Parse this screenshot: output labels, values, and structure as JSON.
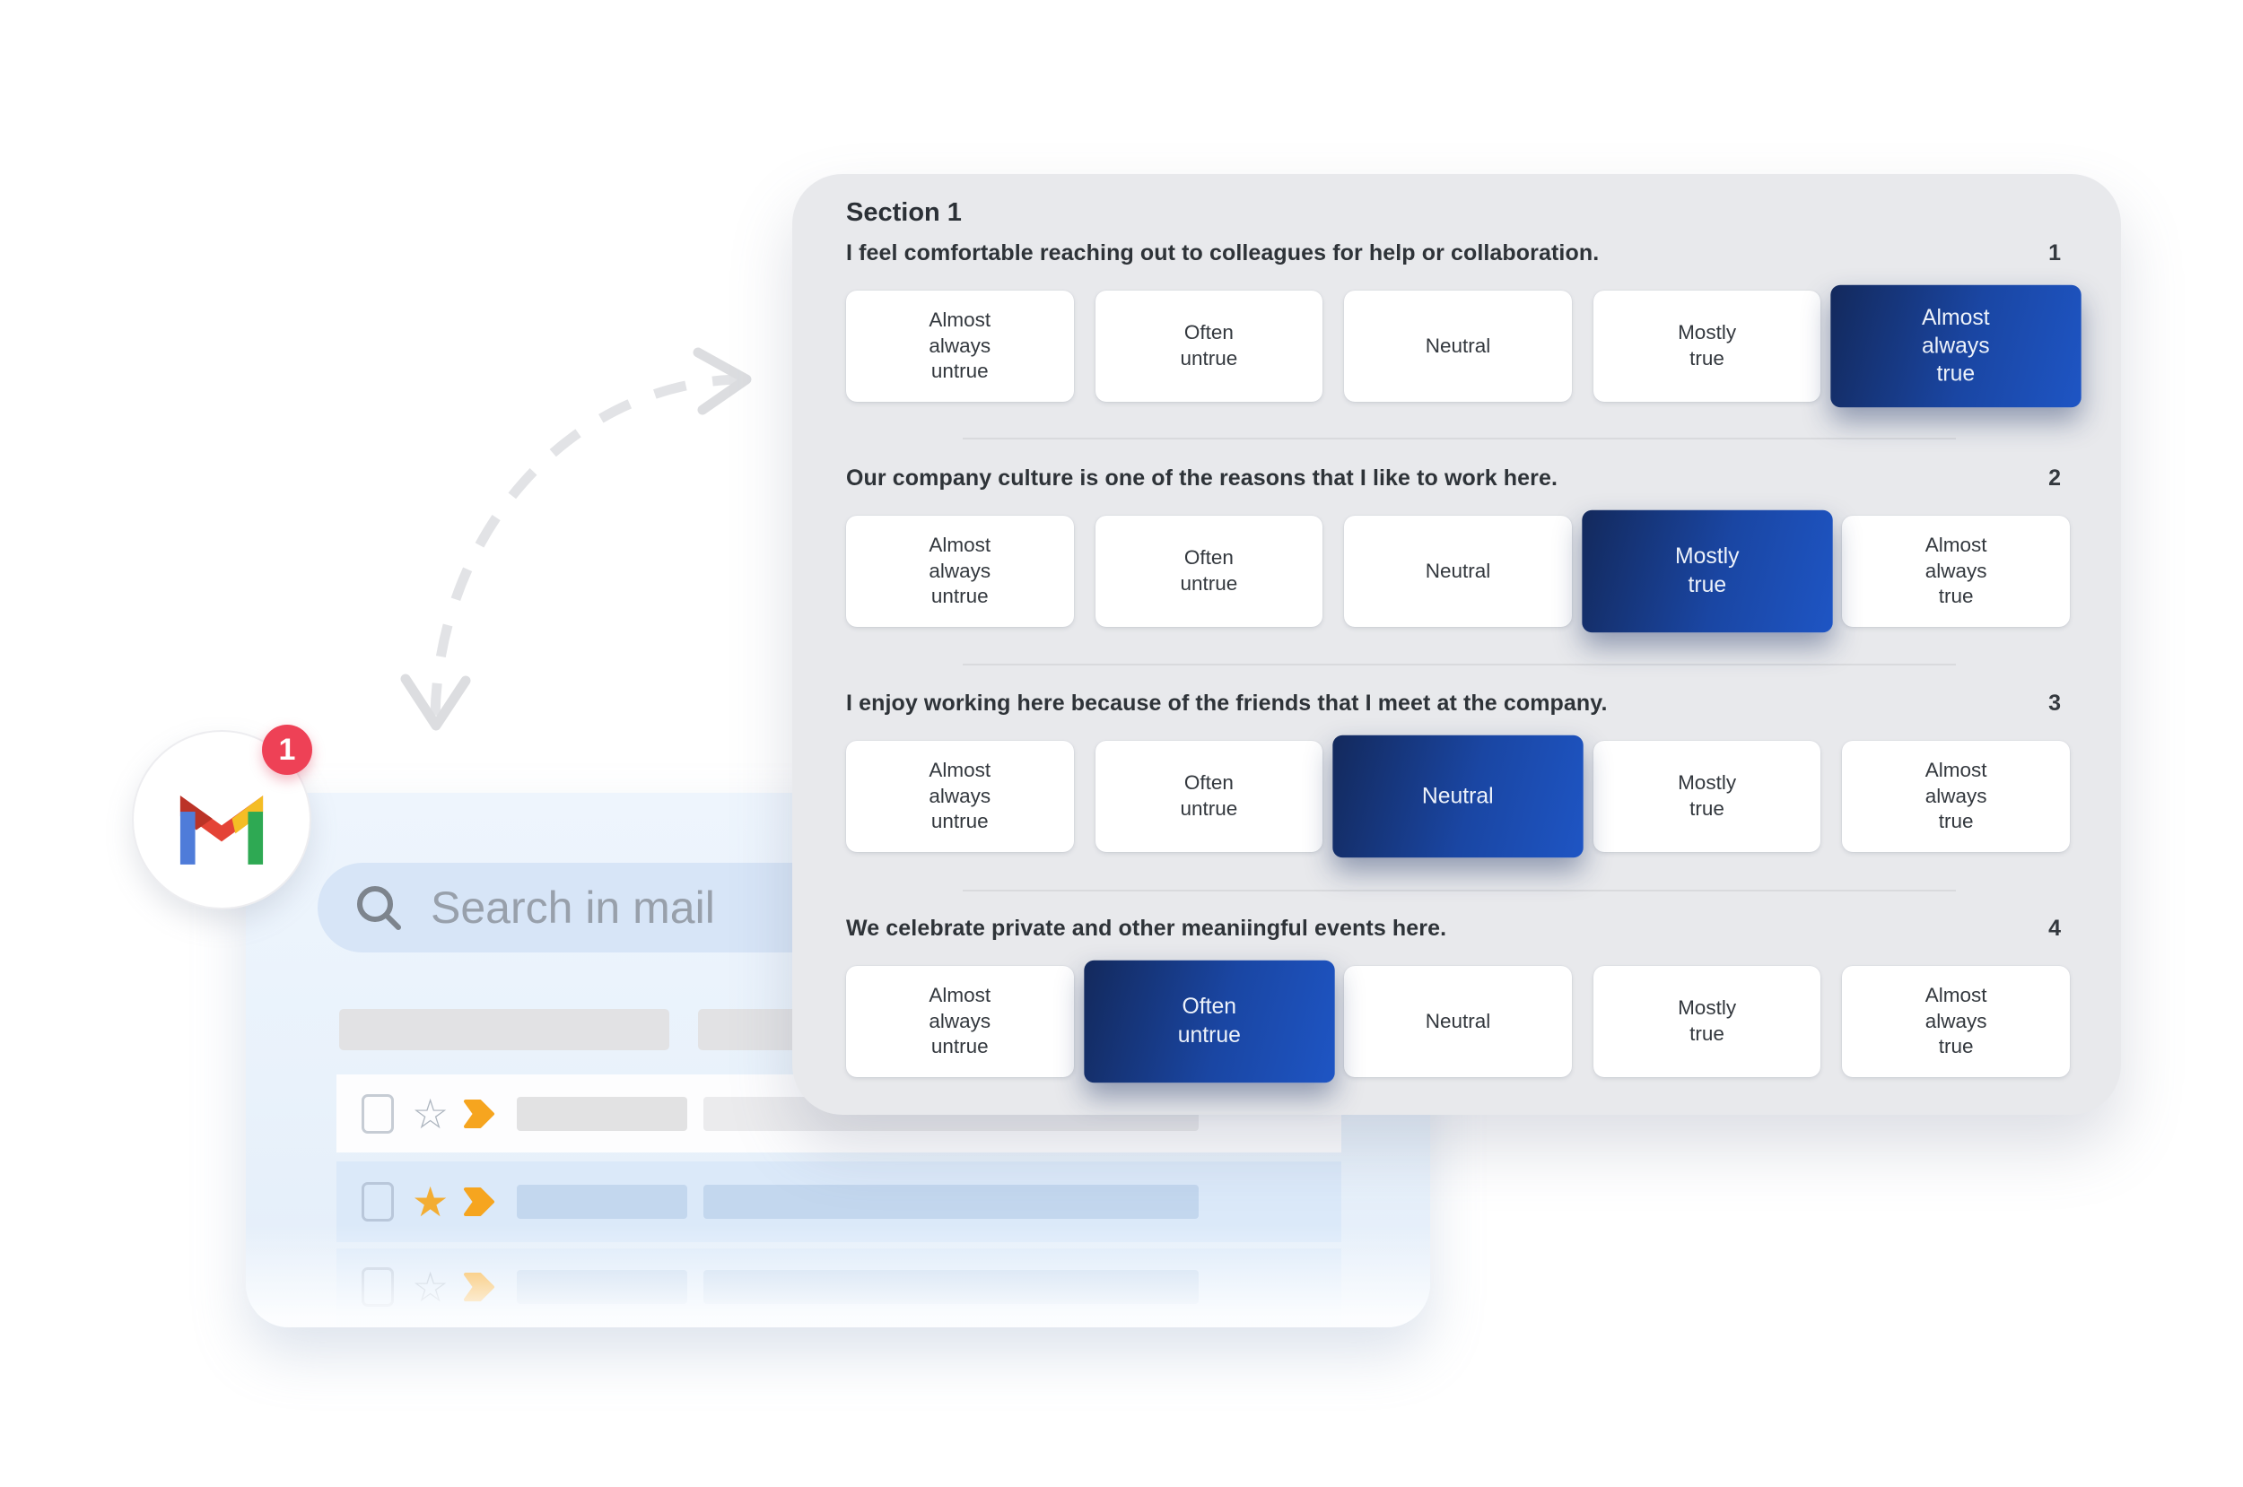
{
  "gmail": {
    "badge": "1",
    "search_placeholder": "Search in mail",
    "rows": [
      {
        "style": "light",
        "starred": false
      },
      {
        "style": "blue",
        "starred": true
      },
      {
        "style": "blue",
        "starred": false
      }
    ]
  },
  "icons": {
    "star_filled": "★",
    "star_outline": "☆",
    "search": "magnifier",
    "important_marker": "orange-chevron-arrow",
    "arrow": "dashed-curved-double-arrow"
  },
  "survey": {
    "section_title": "Section 1",
    "options": [
      "Almost\nalways\nuntrue",
      "Often\nuntrue",
      "Neutral",
      "Mostly\ntrue",
      "Almost\nalways\ntrue"
    ],
    "questions": [
      {
        "number": "1",
        "text": "I feel comfortable reaching out to colleagues for help or collaboration.",
        "selected": 4
      },
      {
        "number": "2",
        "text": "Our company culture is one of the reasons that I like to work here.",
        "selected": 3
      },
      {
        "number": "3",
        "text": "I enjoy working here because of the friends that I meet at the company.",
        "selected": 2
      },
      {
        "number": "4",
        "text": "We celebrate private and other meaniingful events here.",
        "selected": 1
      }
    ]
  },
  "colors": {
    "panel_bg": "#e8e9ec",
    "selected_gradient_start": "#13295c",
    "selected_gradient_end": "#1e55c4",
    "selected_text": "#edf2fa",
    "card_bg": "#ffffff",
    "question_text": "#2e3338",
    "divider": "#d9dadd",
    "window_bg_top": "#eef5fd",
    "window_bg_bottom": "#e3edf9",
    "search_pill": "#d7e5f7",
    "search_text": "#98a0ab",
    "row_blue": "#dbe9f9",
    "row_bar_blue": "#c3d7ee",
    "row_bar_gray": "#e2e2e3",
    "badge_red": "#ee4156",
    "star_yellow": "#f3ad33",
    "marker_orange": "#f6a51f",
    "arrow_gray": "#e2e3e6",
    "gmail_blue": "#4f7cd9",
    "gmail_red": "#e44336",
    "gmail_dark_red": "#bb3327",
    "gmail_yellow": "#f4bd25",
    "gmail_green": "#2ea953"
  }
}
